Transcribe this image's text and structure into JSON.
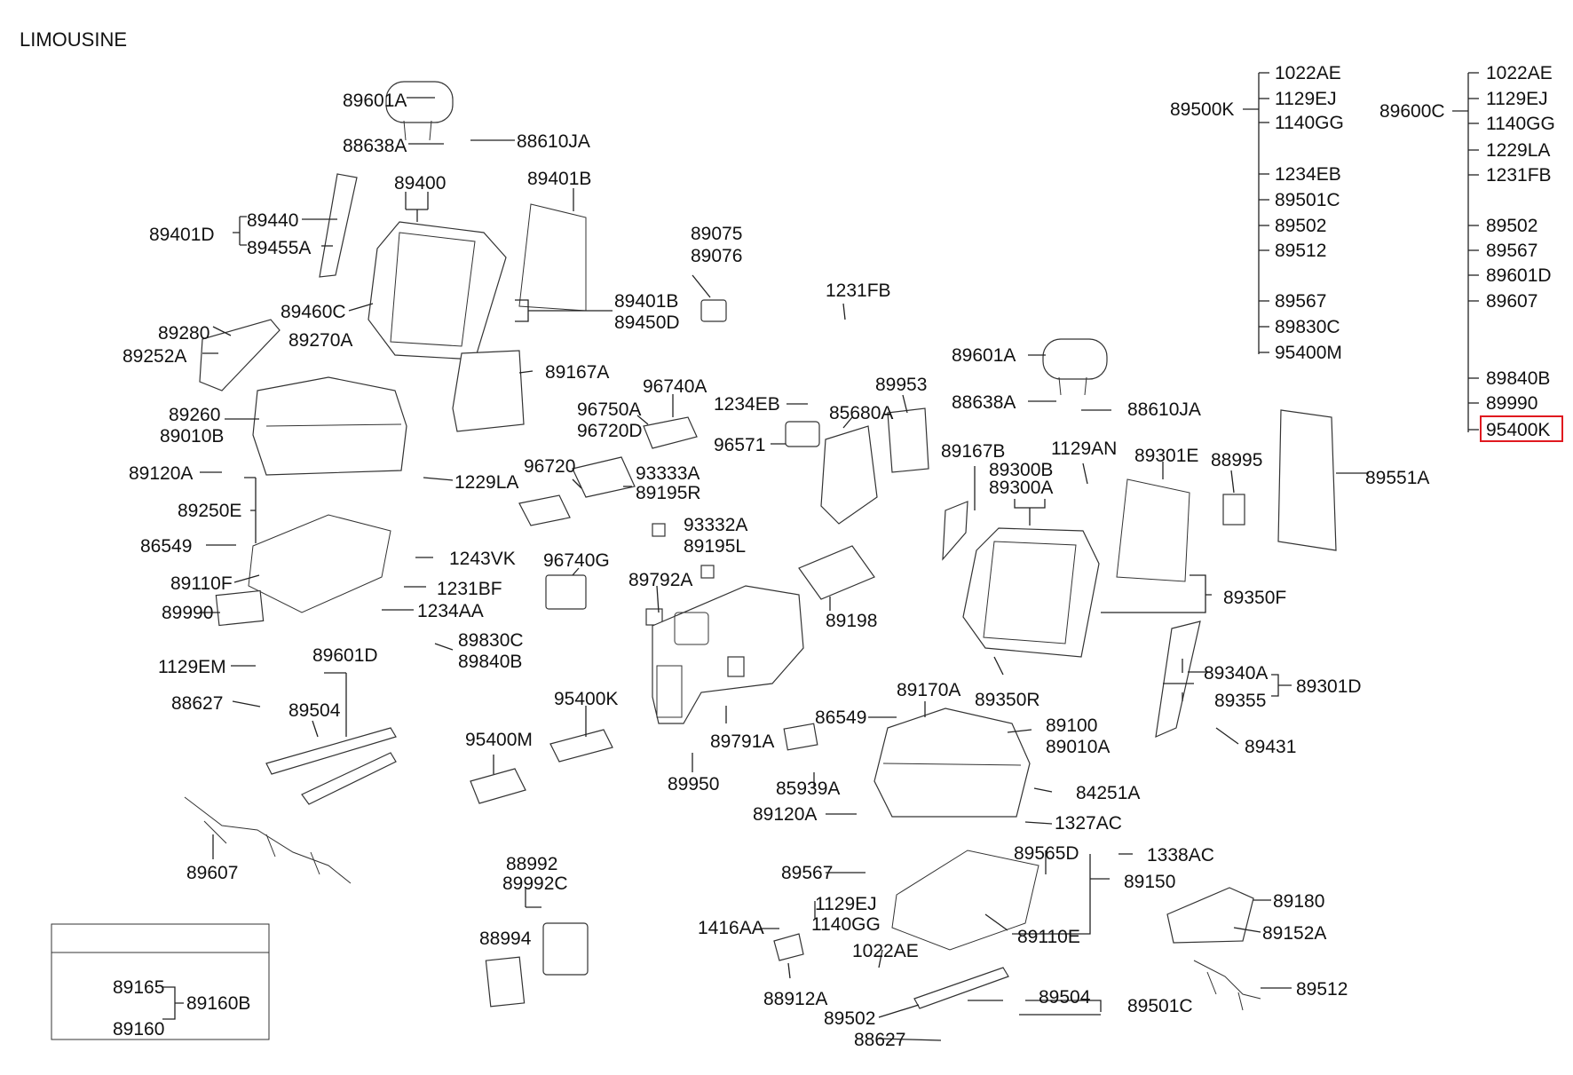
{
  "title": "LIMOUSINE",
  "highlight_color": "#e0191f",
  "labels": {
    "p89601A_top": "89601A",
    "p88638A_top": "88638A",
    "p88610JA_top": "88610JA",
    "p89400": "89400",
    "p89401B_top": "89401B",
    "p89440": "89440",
    "p89401D": "89401D",
    "p89455A": "89455A",
    "p89460C": "89460C",
    "p89401B_r": "89401B",
    "p89450D": "89450D",
    "p89280": "89280",
    "p89270A": "89270A",
    "p89252A": "89252A",
    "p89167A": "89167A",
    "p89260": "89260",
    "p89010B": "89010B",
    "p89120A_l": "89120A",
    "p1229LA_l": "1229LA",
    "p89250E": "89250E",
    "p86549_l": "86549",
    "p1243VK": "1243VK",
    "p89110F": "89110F",
    "p1231BF": "1231BF",
    "p89990_l": "89990",
    "p1234AA": "1234AA",
    "p89830C_l": "89830C",
    "p89840B_l": "89840B",
    "p1129EM": "1129EM",
    "p89601D_l": "89601D",
    "p88627_l": "88627",
    "p89504_l": "89504",
    "p89607_l": "89607",
    "p89165": "89165",
    "p89160B": "89160B",
    "p89160": "89160",
    "p89075": "89075",
    "p89076": "89076",
    "p1231FB_m": "1231FB",
    "p96740A": "96740A",
    "p96750A": "96750A",
    "p96720D": "96720D",
    "p1234EB_m": "1234EB",
    "p96571": "96571",
    "p96720": "96720",
    "p93333A": "93333A",
    "p89195R": "89195R",
    "p93332A": "93332A",
    "p89195L": "89195L",
    "p96740G": "96740G",
    "p89792A": "89792A",
    "p95400K_m": "95400K",
    "p95400M_m": "95400M",
    "p89791A": "89791A",
    "p89950": "89950",
    "p88992": "88992",
    "p89992C": "89992C",
    "p88994": "88994",
    "p89953": "89953",
    "p85680A": "85680A",
    "p89198": "89198",
    "p89601A_r": "89601A",
    "p88638A_r": "88638A",
    "p88610JA_r": "88610JA",
    "p89167B": "89167B",
    "p1129AN": "1129AN",
    "p89300B": "89300B",
    "p89300A": "89300A",
    "p89301E": "89301E",
    "p88995": "88995",
    "p89551A": "89551A",
    "p89350F": "89350F",
    "p89340A": "89340A",
    "p89301D": "89301D",
    "p89355": "89355",
    "p89350R": "89350R",
    "p89431": "89431",
    "p89170A": "89170A",
    "p86549_r": "86549",
    "p89100": "89100",
    "p89010A": "89010A",
    "p85939A": "85939A",
    "p84251A": "84251A",
    "p89120A_r": "89120A",
    "p1327AC": "1327AC",
    "p89565D": "89565D",
    "p1338AC": "1338AC",
    "p89567_m": "89567",
    "p89150": "89150",
    "p1129EJ_m": "1129EJ",
    "p1416AA": "1416AA",
    "p1140GG_m": "1140GG",
    "p89110E": "89110E",
    "p1022AE_m": "1022AE",
    "p88912A": "88912A",
    "p89504_r": "89504",
    "p89501C_r": "89501C",
    "p89502_m": "89502",
    "p88627_r": "88627",
    "p89180": "89180",
    "p89152A": "89152A",
    "p89512_r": "89512",
    "p89500K": "89500K",
    "p89600C": "89600C"
  },
  "kit_89500K": [
    "1022AE",
    "1129EJ",
    "1140GG",
    "1234EB",
    "89501C",
    "89502",
    "89512",
    "89567",
    "89830C",
    "95400M"
  ],
  "kit_89600C": [
    "1022AE",
    "1129EJ",
    "1140GG",
    "1229LA",
    "1231FB",
    "89502",
    "89567",
    "89601D",
    "89607",
    "89840B",
    "89990",
    "95400K"
  ],
  "highlighted_part": "95400K"
}
